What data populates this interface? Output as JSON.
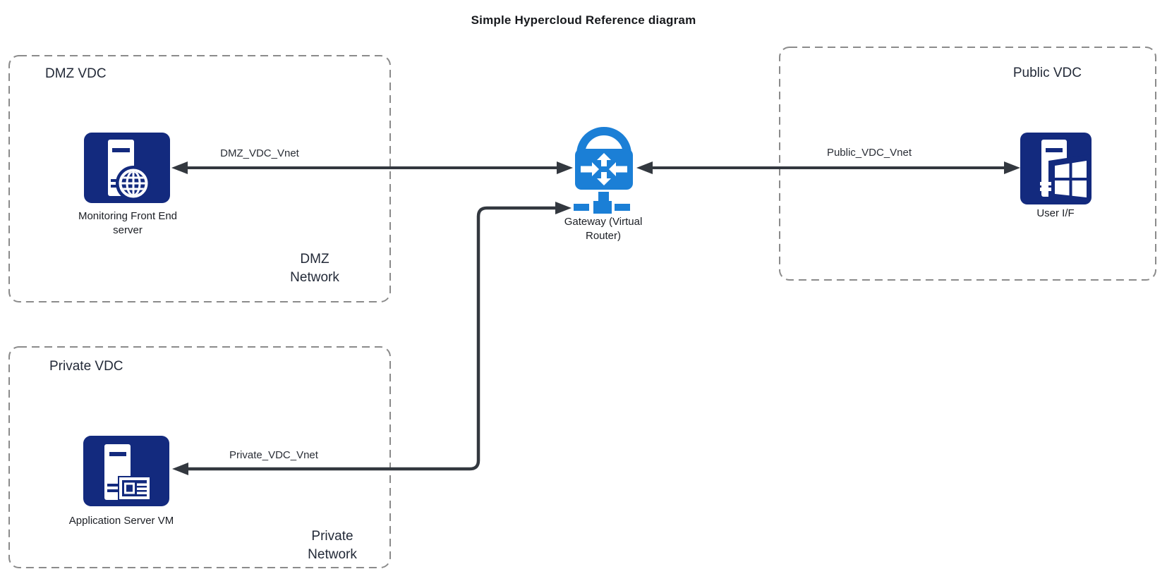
{
  "title": "Simple Hypercloud Reference diagram",
  "colors": {
    "node_navy": "#132A7E",
    "gateway_azure": "#1B7FD6",
    "arrow": "#33383F",
    "zone_border": "#8B8B8B",
    "text": "#232A38"
  },
  "zones": {
    "dmz": {
      "title": "DMZ VDC",
      "network_label": [
        "DMZ",
        "Network"
      ]
    },
    "private": {
      "title": "Private VDC",
      "network_label": [
        "Private",
        "Network"
      ]
    },
    "public": {
      "title": "Public VDC"
    }
  },
  "nodes": {
    "monitoring": {
      "label": [
        "Monitoring Front End",
        "server"
      ],
      "icon": "server-globe-icon"
    },
    "app_server": {
      "label": "Application Server VM",
      "icon": "server-vm-card-icon"
    },
    "user_if": {
      "label": "User I/F",
      "icon": "server-windows-icon"
    },
    "gateway": {
      "label": [
        "Gateway (Virtual",
        "Router)"
      ],
      "icon": "padlock-router-icon"
    }
  },
  "connections": [
    {
      "label": "DMZ_VDC_Vnet",
      "from": "gateway",
      "to": "monitoring",
      "bidirectional": true
    },
    {
      "label": "Public_VDC_Vnet",
      "from": "gateway",
      "to": "user_if",
      "bidirectional": true
    },
    {
      "label": "Private_VDC_Vnet",
      "from": "gateway",
      "to": "app_server",
      "bidirectional": true
    }
  ]
}
